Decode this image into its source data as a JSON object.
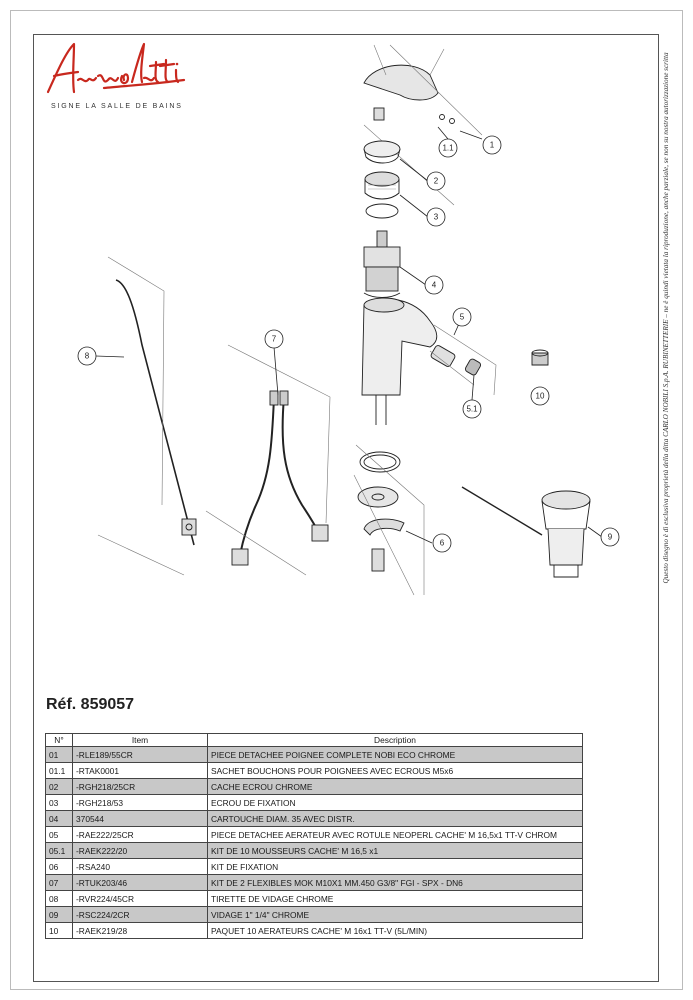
{
  "brand": {
    "logo_script": "Anzolotti",
    "tagline": "SIGNE LA SALLE DE BAINS"
  },
  "side_notice": "Questo disegno è di esclusiva proprietà della ditta CARLO NOBILI S.p.A. RUBINETTERIE – ne è quindi vietata la riproduzione, anche parziale, se non su nostra autorizzazione scritta",
  "reference": "Réf. 859057",
  "callouts": [
    "1",
    "1.1",
    "2",
    "3",
    "4",
    "5",
    "5.1",
    "6",
    "7",
    "8",
    "9",
    "10"
  ],
  "table": {
    "headers": [
      "N°",
      "Item",
      "Description"
    ],
    "rows": [
      {
        "n": "01",
        "item": "-RLE189/55CR",
        "desc": "PIECE DETACHEE POIGNEE COMPLETE NOBI ECO CHROME",
        "shaded": true
      },
      {
        "n": "01.1",
        "item": "-RTAK0001",
        "desc": "SACHET BOUCHONS POUR POIGNEES AVEC ECROUS M5x6",
        "shaded": false
      },
      {
        "n": "02",
        "item": "-RGH218/25CR",
        "desc": "CACHE ECROU CHROME",
        "shaded": true
      },
      {
        "n": "03",
        "item": "-RGH218/53",
        "desc": "ECROU DE  FIXATION",
        "shaded": false
      },
      {
        "n": "04",
        "item": "370544",
        "desc": "CARTOUCHE DIAM. 35 AVEC DISTR.",
        "shaded": true
      },
      {
        "n": "05",
        "item": "-RAE222/25CR",
        "desc": "PIECE DETACHEE AERATEUR AVEC ROTULE NEOPERL CACHE' M 16,5x1 TT-V CHROM",
        "shaded": false
      },
      {
        "n": "05.1",
        "item": "-RAEK222/20",
        "desc": "KIT DE  10 MOUSSEURS  CACHE' M 16,5 x1",
        "shaded": true
      },
      {
        "n": "06",
        "item": "-RSA240",
        "desc": "KIT DE  FIXATION",
        "shaded": false
      },
      {
        "n": "07",
        "item": "-RTUK203/46",
        "desc": "KIT DE 2  FLEXIBLES MOK M10X1 MM.450 G3/8\" FGI - SPX - DN6",
        "shaded": true
      },
      {
        "n": "08",
        "item": "-RVR224/45CR",
        "desc": "TIRETTE DE VIDAGE CHROME",
        "shaded": false
      },
      {
        "n": "09",
        "item": "-RSC224/2CR",
        "desc": "VIDAGE 1\" 1/4\"  CHROME",
        "shaded": true
      },
      {
        "n": "10",
        "item": "-RAEK219/28",
        "desc": "PAQUET  10 AERATEURS CACHE' M 16x1 TT-V (5L/MIN)",
        "shaded": false
      }
    ]
  }
}
